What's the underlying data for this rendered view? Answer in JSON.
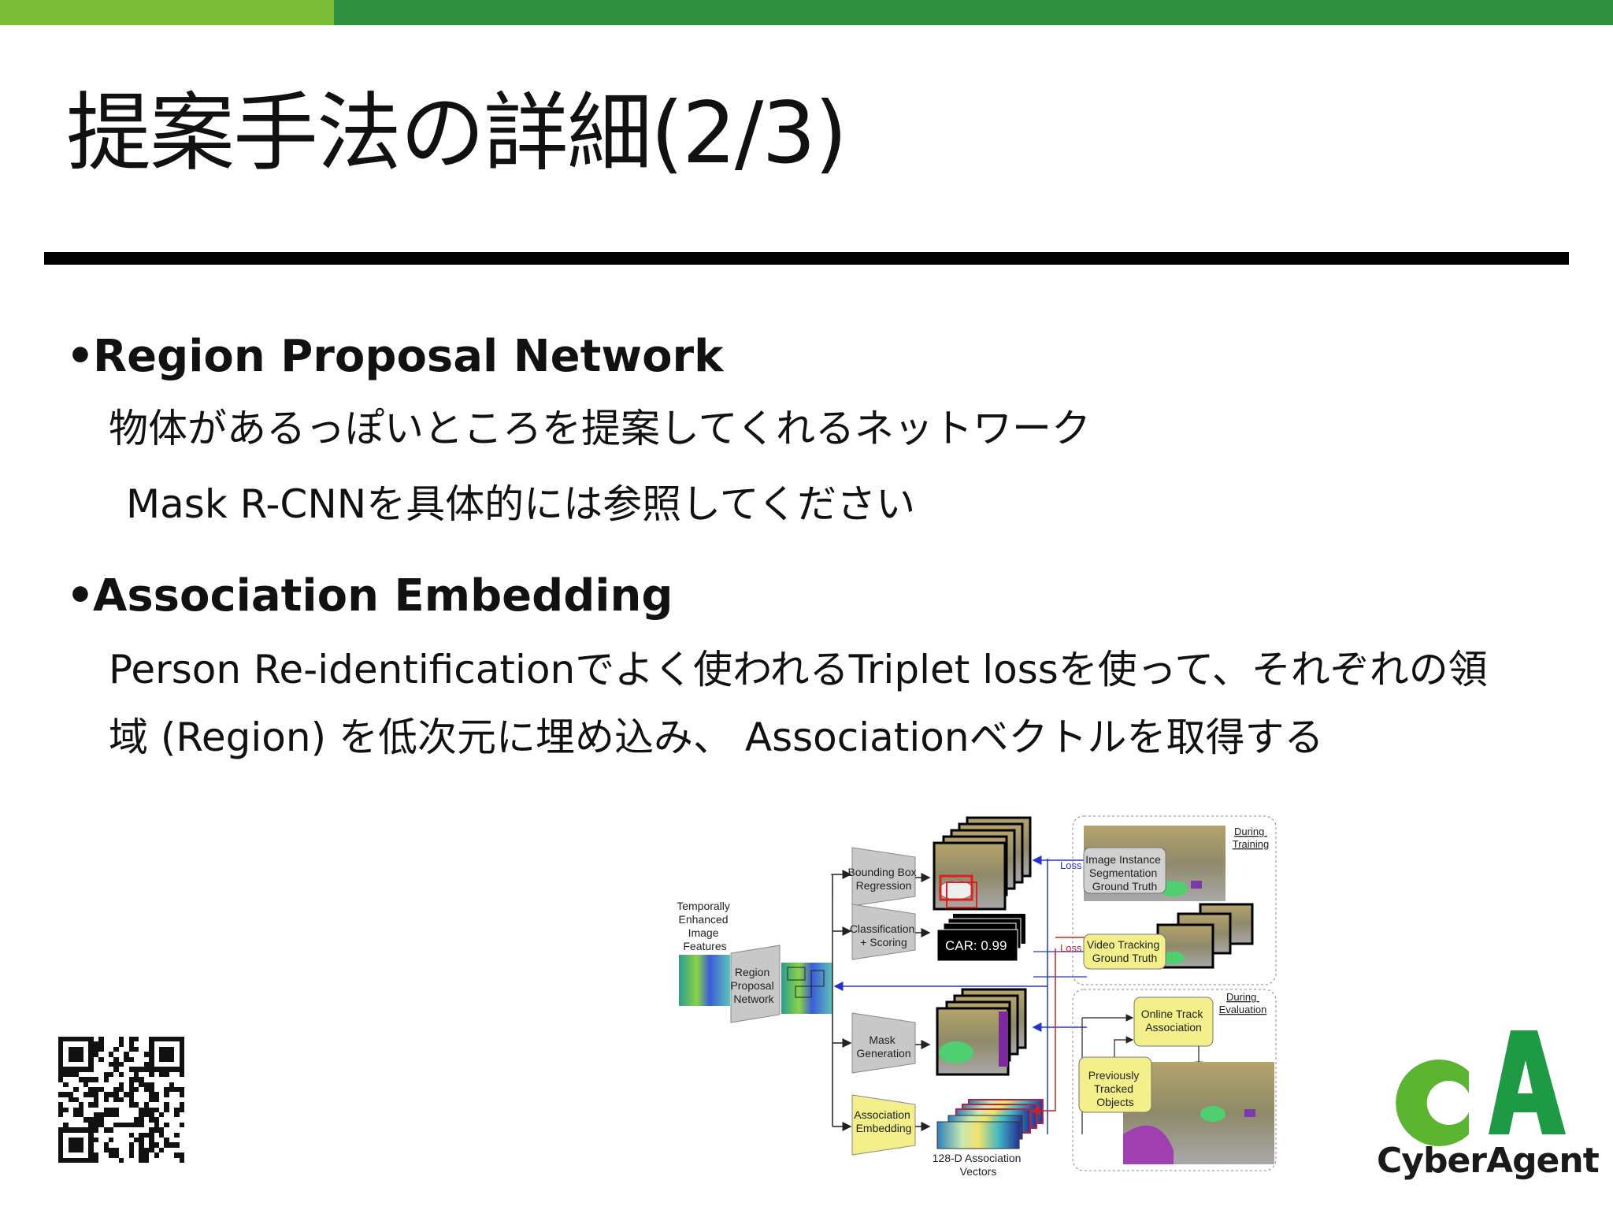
{
  "colors": {
    "top_bar": "#2f8f3f",
    "top_bar_accent": "#7dbd3a",
    "logo_green": "#5cb531",
    "logo_dark": "#1f9a44"
  },
  "slide": {
    "title": "提案手法の詳細(2/3)",
    "bullets": [
      {
        "heading": "Region Proposal Network",
        "lines": [
          "物体があるっぽいところを提案してくれるネットワーク",
          "Mask R-CNNを具体的には参照してください"
        ]
      },
      {
        "heading": "Association Embedding",
        "lines": [
          "Person Re-identificationでよく使われるTriplet lossを使って、それぞれの領",
          "域 (Region) を低次元に埋め込み、 Associationベクトルを取得する"
        ]
      }
    ]
  },
  "diagram": {
    "input_label": [
      "Temporally",
      "Enhanced",
      "Image",
      "Features"
    ],
    "rpn_label": [
      "Region",
      "Proposal",
      "Network"
    ],
    "heads": [
      {
        "label": [
          "Bounding Box",
          "Regression"
        ]
      },
      {
        "label": [
          "Classification",
          "+ Scoring"
        ]
      },
      {
        "label": [
          "Mask",
          "Generation"
        ]
      },
      {
        "label": [
          "Association",
          "Embedding"
        ]
      }
    ],
    "car_score": "CAR: 0.99",
    "vectors_label": [
      "128-D Association",
      "Vectors"
    ],
    "training_label": [
      "During",
      "Training"
    ],
    "evaluation_label": [
      "During",
      "Evaluation"
    ],
    "loss_label": "Loss",
    "seg_gt_label": [
      "Image Instance",
      "Segmentation",
      "Ground Truth"
    ],
    "track_gt_label": [
      "Video Tracking",
      "Ground Truth"
    ],
    "online_label": [
      "Online Track",
      "Association"
    ],
    "prev_label": [
      "Previously",
      "Tracked",
      "Objects"
    ]
  },
  "logo": {
    "text": "CyberAgent",
    "mark": "CA",
    "icon": "cyberagent-logo-icon"
  },
  "qr": {
    "icon": "qr-code-icon"
  }
}
